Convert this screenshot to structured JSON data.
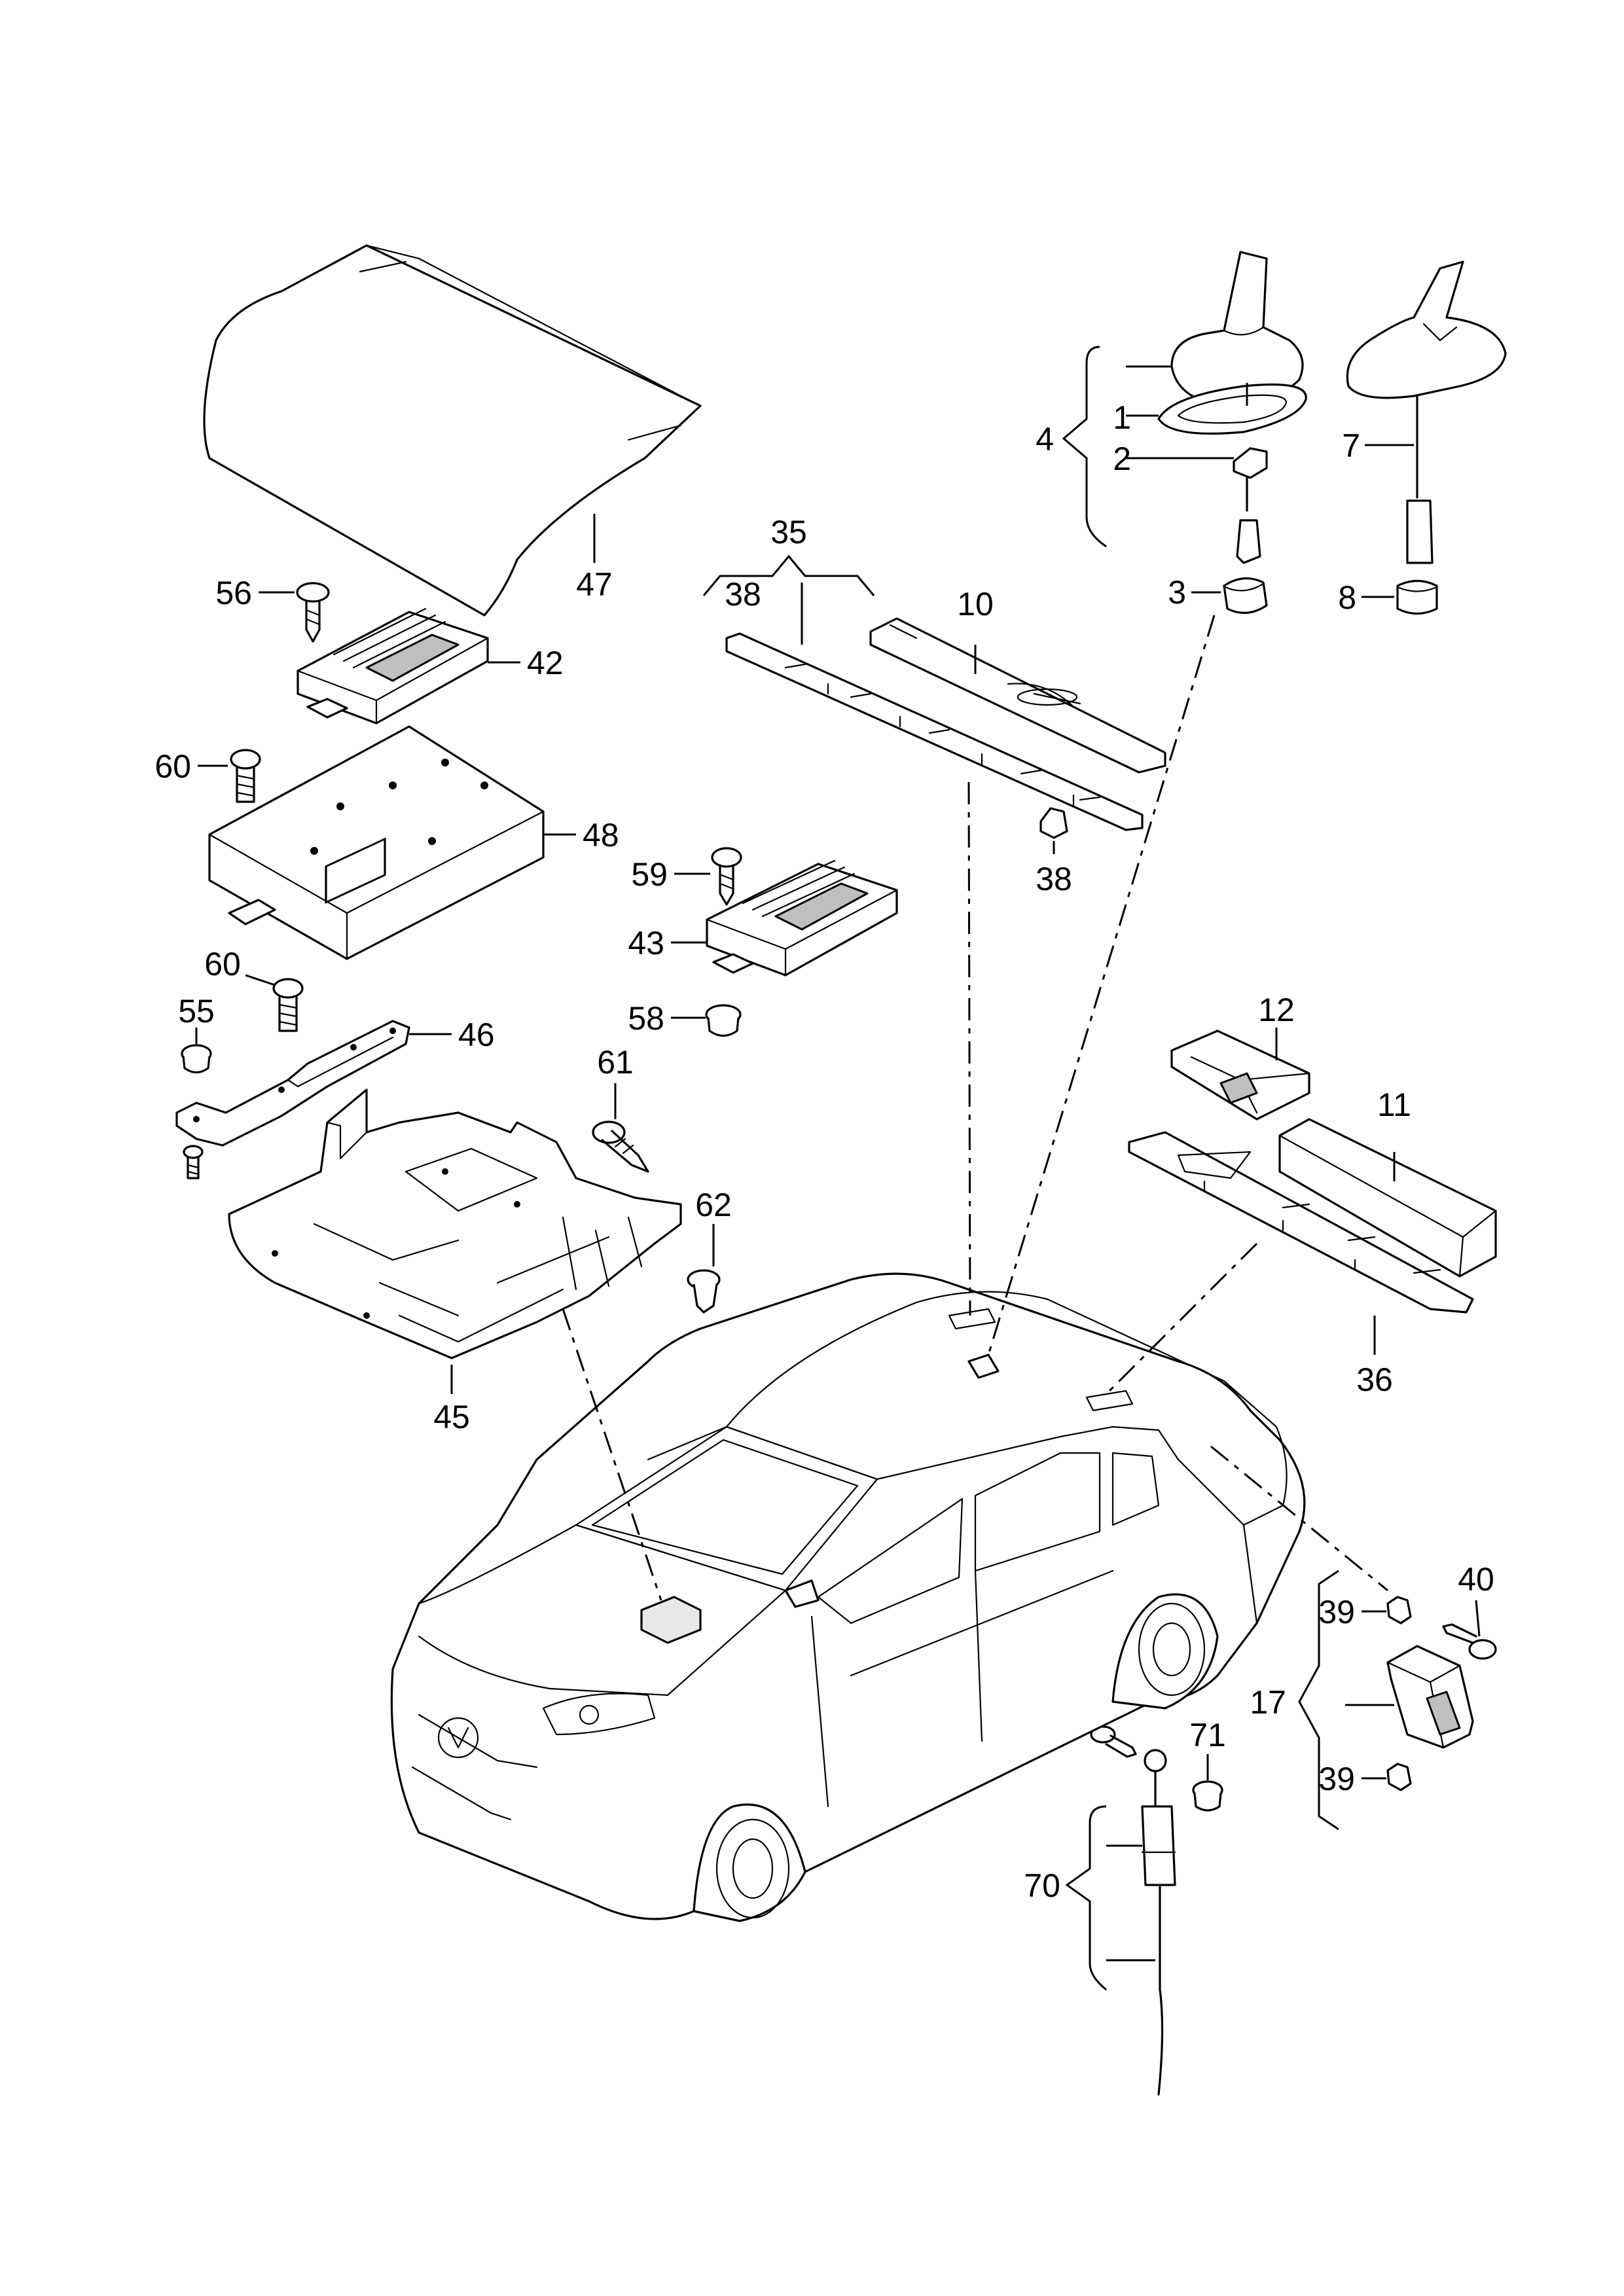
{
  "callouts": [
    {
      "id": "c1",
      "text": "1"
    },
    {
      "id": "c2",
      "text": "2"
    },
    {
      "id": "c3",
      "text": "3"
    },
    {
      "id": "c4",
      "text": "4"
    },
    {
      "id": "c7",
      "text": "7"
    },
    {
      "id": "c8",
      "text": "8"
    },
    {
      "id": "c10",
      "text": "10"
    },
    {
      "id": "c11",
      "text": "11"
    },
    {
      "id": "c12",
      "text": "12"
    },
    {
      "id": "c17",
      "text": "17"
    },
    {
      "id": "c35",
      "text": "35"
    },
    {
      "id": "c36",
      "text": "36"
    },
    {
      "id": "c38a",
      "text": "38"
    },
    {
      "id": "c38b",
      "text": "38"
    },
    {
      "id": "c39a",
      "text": "39"
    },
    {
      "id": "c39b",
      "text": "39"
    },
    {
      "id": "c40",
      "text": "40"
    },
    {
      "id": "c42",
      "text": "42"
    },
    {
      "id": "c43",
      "text": "43"
    },
    {
      "id": "c45",
      "text": "45"
    },
    {
      "id": "c46",
      "text": "46"
    },
    {
      "id": "c47",
      "text": "47"
    },
    {
      "id": "c48",
      "text": "48"
    },
    {
      "id": "c55",
      "text": "55"
    },
    {
      "id": "c56",
      "text": "56"
    },
    {
      "id": "c58",
      "text": "58"
    },
    {
      "id": "c59",
      "text": "59"
    },
    {
      "id": "c60a",
      "text": "60"
    },
    {
      "id": "c60b",
      "text": "60"
    },
    {
      "id": "c61",
      "text": "61"
    },
    {
      "id": "c62",
      "text": "62"
    },
    {
      "id": "c70",
      "text": "70"
    },
    {
      "id": "c71",
      "text": "71"
    }
  ]
}
